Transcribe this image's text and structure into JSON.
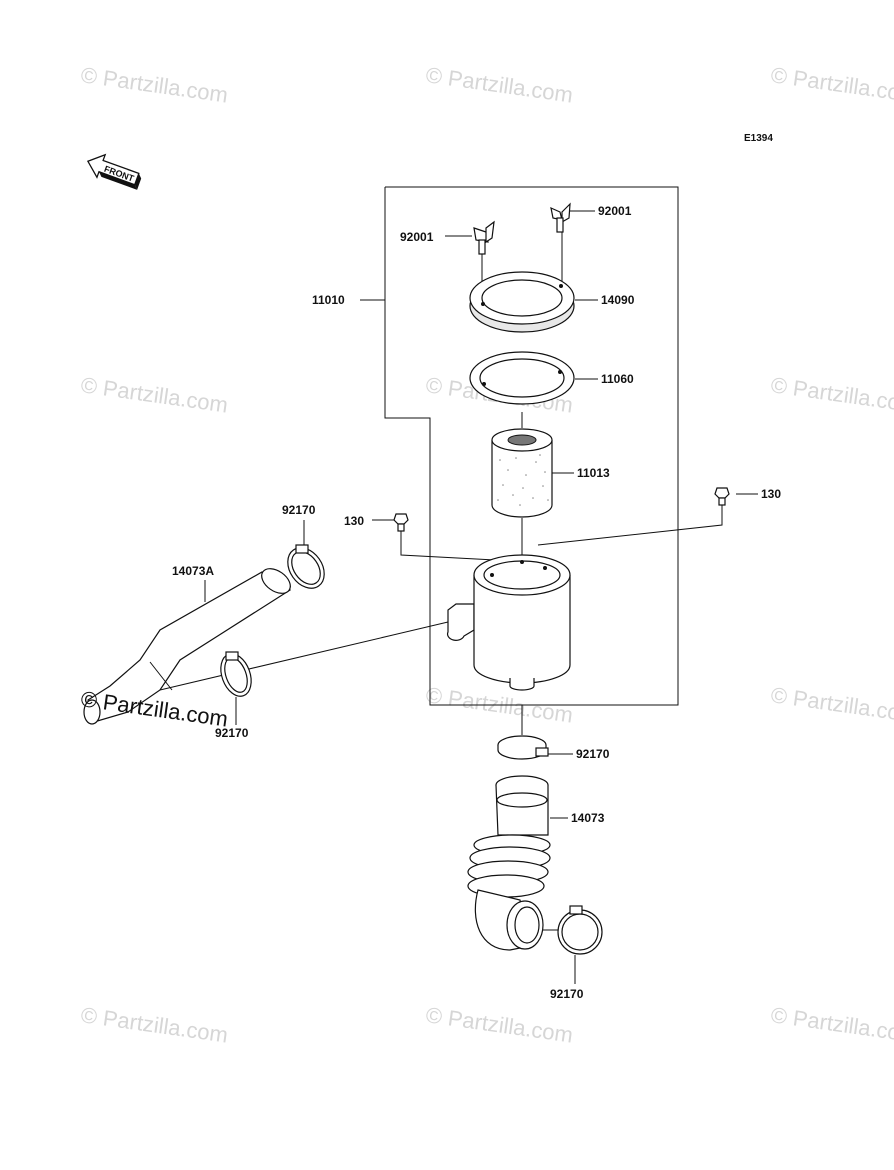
{
  "diagram": {
    "code": "E1394",
    "front_label": "FRONT",
    "watermark_text": "© Partzilla.com",
    "watermark_bold_text": "© Partzilla.com",
    "labels": {
      "assembly_11010": "11010",
      "wing_bolt_left": "92001",
      "wing_bolt_right": "92001",
      "cover_14090": "14090",
      "gasket_11060": "11060",
      "element_11013": "11013",
      "bolt_left": "130",
      "bolt_right": "130",
      "clamp_upper_left": "92170",
      "duct_14073A": "14073A",
      "clamp_lower_left": "92170",
      "clamp_mid": "92170",
      "duct_14073": "14073",
      "clamp_bottom": "92170"
    }
  }
}
